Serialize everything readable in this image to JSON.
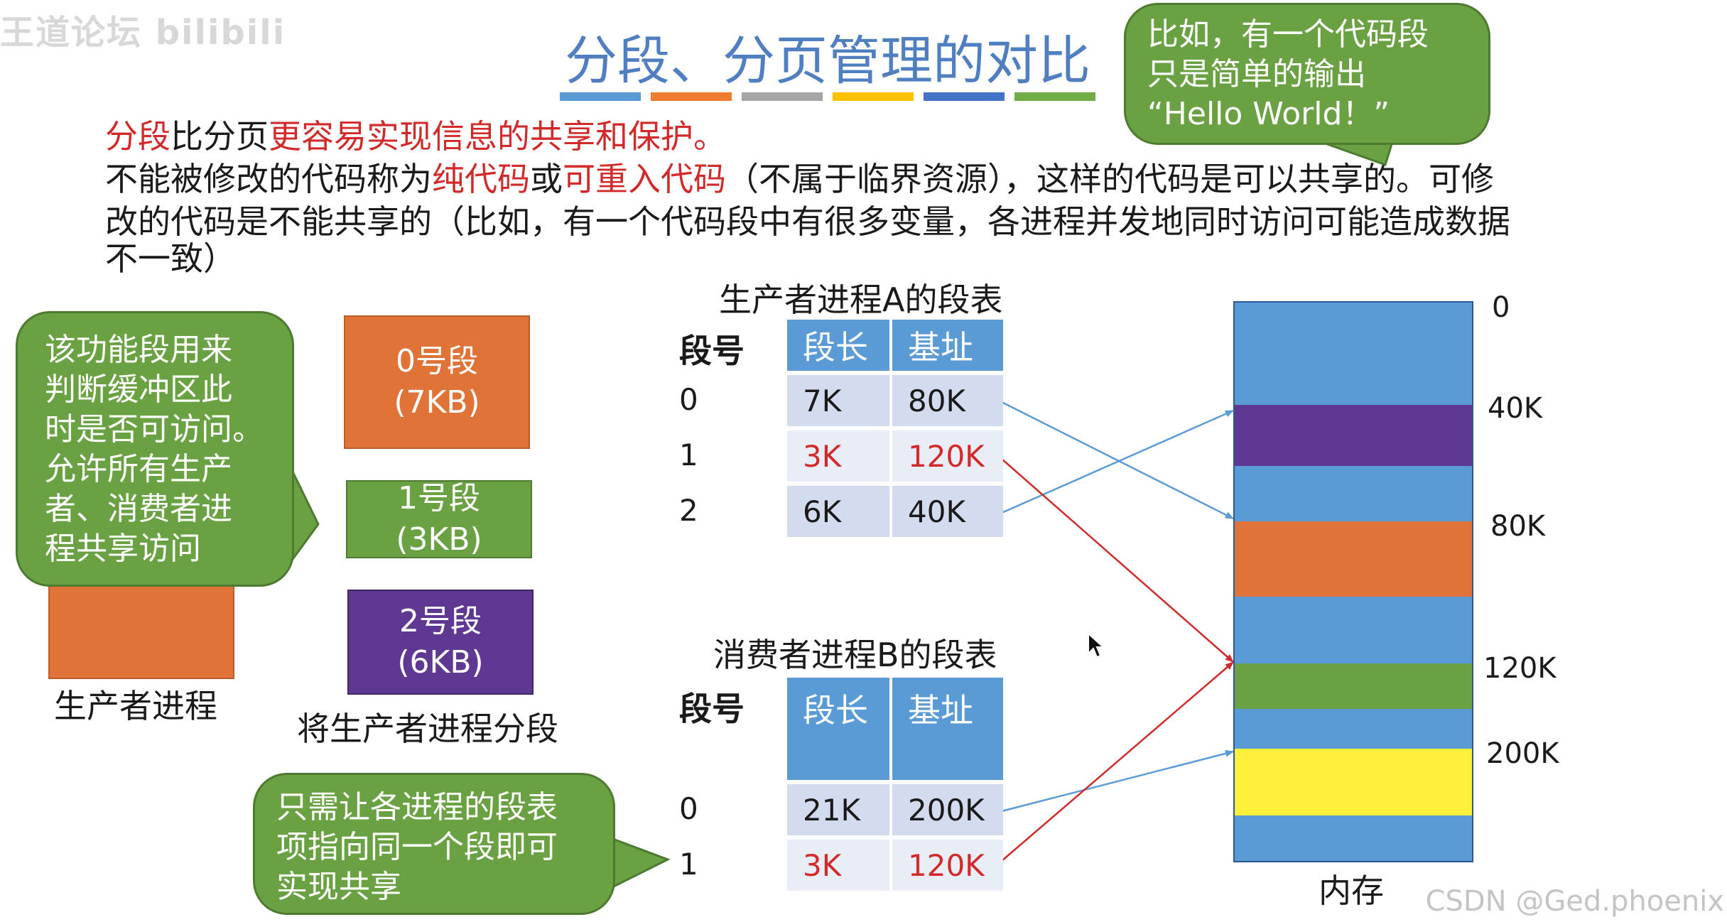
{
  "watermark_top_left": "王道论坛 bilibili",
  "watermark_bottom_right": "CSDN @Ged.phoenix",
  "title": "分段、分页管理的对比",
  "title_bar_colors": [
    "#5b9bd5",
    "#ed7d31",
    "#a5a5a5",
    "#ffc000",
    "#4472c4",
    "#70ad47"
  ],
  "body": {
    "line1": {
      "part1": "分段",
      "part2": "比分页",
      "part3": "更容易实现信息的共享和保护。"
    },
    "line2": {
      "part1": "不能被修改的代码称为",
      "part2": "纯代码",
      "part3": "或",
      "part4": "可重入代码",
      "part5": "（不属于临界资源），这样的代码是可以共享的。可修"
    },
    "line3": "改的代码是不能共享的（比如，有一个代码段中有很多变量，各进程并发地同时访问可能造成数据",
    "line4": "不一致）"
  },
  "bubbles": {
    "top_right": "比如，有一个代码段\n只是简单的输出\n“Hello World！”",
    "left": "该功能段用来\n判断缓冲区此\n时是否可访问。\n允许所有生产\n者、消费者进\n程共享访问",
    "bottom": "只需让各进程的段表\n项指向同一个段即可\n实现共享"
  },
  "producer_label": "生产者进程",
  "segments_caption": "将生产者进程分段",
  "segments": [
    {
      "name": "0号段",
      "size": "(7KB)",
      "color": "#e07338"
    },
    {
      "name": "1号段",
      "size": "(3KB)",
      "color": "#6aa243"
    },
    {
      "name": "2号段",
      "size": "(6KB)",
      "color": "#5e3892"
    }
  ],
  "table_a": {
    "title": "生产者进程A的段表",
    "col_no": "段号",
    "col_len": "段长",
    "col_base": "基址",
    "rows": [
      {
        "no": "0",
        "len": "7K",
        "base": "80K",
        "highlight": false
      },
      {
        "no": "1",
        "len": "3K",
        "base": "120K",
        "highlight": true
      },
      {
        "no": "2",
        "len": "6K",
        "base": "40K",
        "highlight": false
      }
    ]
  },
  "table_b": {
    "title": "消费者进程B的段表",
    "col_no": "段号",
    "col_len": "段长",
    "col_base": "基址",
    "rows": [
      {
        "no": "0",
        "len": "21K",
        "base": "200K",
        "highlight": false
      },
      {
        "no": "1",
        "len": "3K",
        "base": "120K",
        "highlight": true
      }
    ]
  },
  "memory": {
    "caption": "内存",
    "addresses": [
      "0",
      "40K",
      "80K",
      "120K",
      "200K"
    ],
    "colors": {
      "free": "#5b9bd5",
      "purple": "#5e3892",
      "orange": "#e07338",
      "green": "#6aa243",
      "yellow": "#fff03c"
    },
    "arrow_blue": "#5b9bd5",
    "arrow_red": "#d22a2a"
  }
}
